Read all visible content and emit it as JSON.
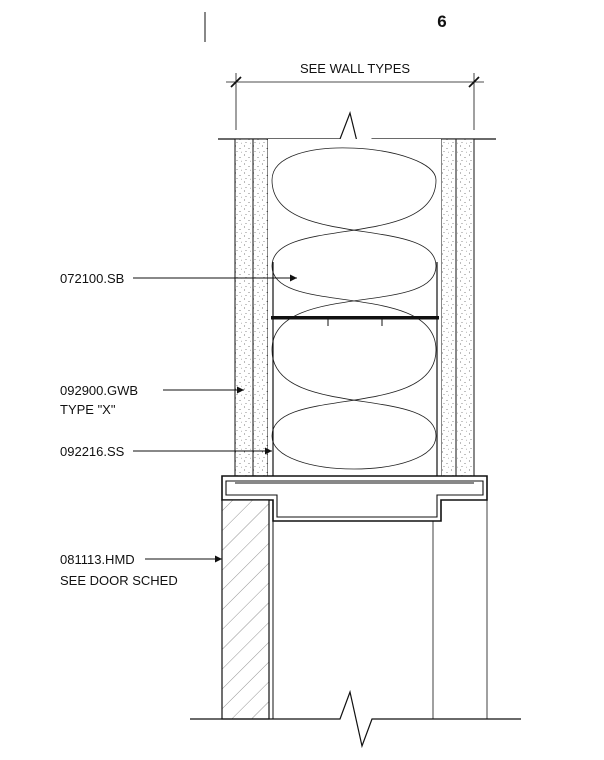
{
  "detail_number": "6",
  "dimension_label": "SEE WALL TYPES",
  "callouts": {
    "insulation": "072100.SB",
    "gypsum_board": "092900.GWB",
    "gypsum_board_type": "TYPE \"X\"",
    "steel_studs": "092216.SS",
    "door_frame": "081113.HMD",
    "door_frame_note": "SEE DOOR SCHED"
  }
}
